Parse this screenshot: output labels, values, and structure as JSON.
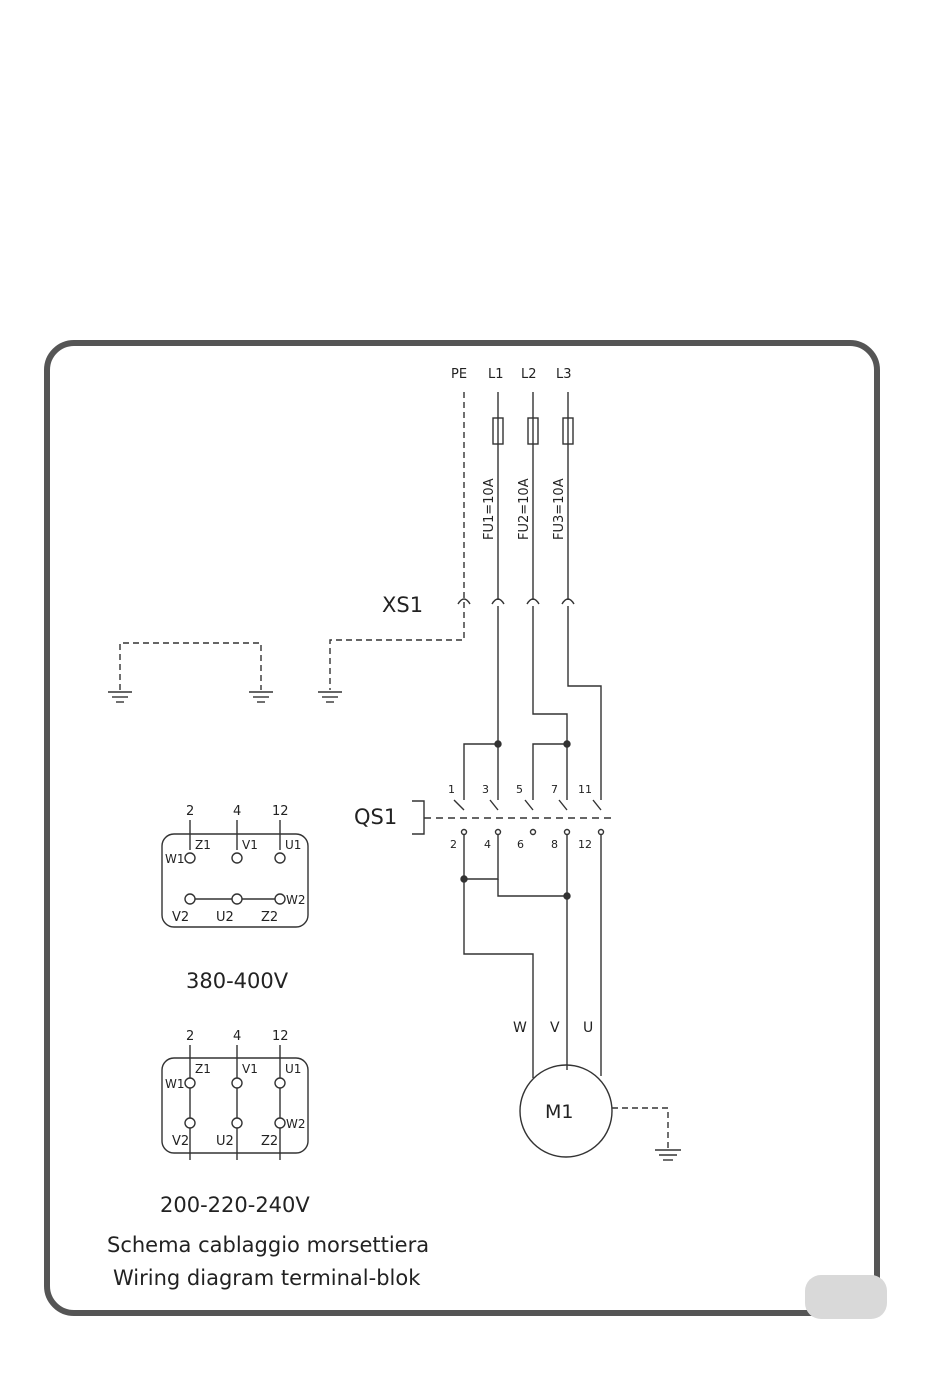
{
  "supply": {
    "pe": "PE",
    "l1": "L1",
    "l2": "L2",
    "l3": "L3",
    "fu1": "FU1=10A",
    "fu2": "FU2=10A",
    "fu3": "FU3=10A",
    "xs1": "XS1"
  },
  "switch": {
    "name": "QS1",
    "top_terminals": [
      "1",
      "3",
      "5",
      "7",
      "11"
    ],
    "bottom_terminals": [
      "2",
      "4",
      "6",
      "8",
      "12"
    ]
  },
  "motor": {
    "name": "M1",
    "w": "W",
    "v": "V",
    "u": "U"
  },
  "block_380": {
    "top_numbers": [
      "2",
      "4",
      "12"
    ],
    "top_labels": [
      "Z1",
      "V1",
      "U1"
    ],
    "left_label": "W1",
    "right_label": "W2",
    "bottom_labels": [
      "V2",
      "U2",
      "Z2"
    ],
    "voltage": "380-400V"
  },
  "block_220": {
    "top_numbers": [
      "2",
      "4",
      "12"
    ],
    "top_labels": [
      "Z1",
      "V1",
      "U1"
    ],
    "left_label": "W1",
    "right_label": "W2",
    "bottom_labels": [
      "V2",
      "U2",
      "Z2"
    ],
    "voltage": "200-220-240V"
  },
  "caption": {
    "line1": "Schema cablaggio morsettiera",
    "line2": "Wiring diagram terminal-blok"
  }
}
